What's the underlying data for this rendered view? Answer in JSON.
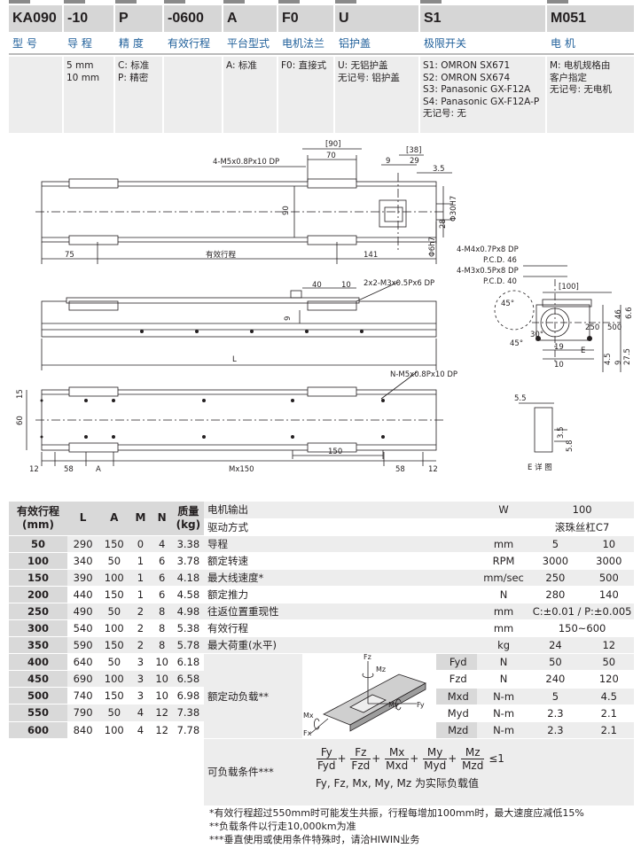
{
  "codes": [
    "KA090",
    "-10",
    "P",
    "-0600",
    "A",
    "F0",
    "U",
    "S1",
    "M051"
  ],
  "labels": [
    "型 号",
    "导 程",
    "精 度",
    "有效行程",
    "平台型式",
    "电机法兰",
    "铝护盖",
    "极限开关",
    "电 机"
  ],
  "options": [
    "",
    "5 mm\n10 mm",
    "C: 标准\nP: 精密",
    "",
    "A: 标准",
    "F0: 直接式",
    "U: 无铝护盖\n无记号: 铝护盖",
    "S1: OMRON SX671\nS2: OMRON SX674\nS3: Panasonic GX-F12A\nS4: Panasonic GX-F12A-P\n无记号: 无",
    "M: 电机规格由\n客户指定\n无记号: 无电机"
  ],
  "drawing": {
    "top_view": {
      "hole_note": "4-M5x0.8Px10 DP",
      "d90b": "[90]",
      "d70": "70",
      "d38b": "[38]",
      "d9": "9",
      "d29": "29",
      "d35": "3.5",
      "h90": "90",
      "phi30": "Φ30H7",
      "d28": "28",
      "phi6": "Φ6h7",
      "d75": "75",
      "stroke": "有效行程",
      "d141": "141"
    },
    "side_view": {
      "d40": "40",
      "d10": "10",
      "hole_note": "2x2-M3x0.5Px6 DP",
      "d9": "9",
      "L": "L"
    },
    "bottom_view": {
      "hole_note": "N-M5x0.8Px10 DP",
      "d15": "15",
      "d60": "60",
      "d12a": "12",
      "d58a": "58",
      "A": "A",
      "mx150": "Mx150",
      "d150": "150",
      "d58b": "58",
      "d12b": "12"
    },
    "end_view": {
      "n1": "4-M4x0.7Px8 DP",
      "n2": "P.C.D. 46",
      "n3": "4-M3x0.5Px8 DP",
      "n4": "P.C.D. 40",
      "d100": "[100]",
      "a45a": "45°",
      "a45b": "45°",
      "a30": "30°",
      "d250": "250",
      "d500": "500",
      "d19": "19",
      "d10": "10",
      "E": "E",
      "d46": "46",
      "d66": "6.6",
      "d45": "4.5",
      "d275": "27.5",
      "d9": "9"
    },
    "detail_e": {
      "d55": "5.5",
      "d35": "3.5",
      "d58": "5.8",
      "title": "E 详 图"
    }
  },
  "spec_left": {
    "h_stroke": "有效行程\n(mm)",
    "h_L": "L",
    "h_A": "A",
    "h_M": "M",
    "h_N": "N",
    "h_mass": "质量\n(kg)",
    "rows": [
      [
        "50",
        "290",
        "150",
        "0",
        "4",
        "3.38"
      ],
      [
        "100",
        "340",
        "50",
        "1",
        "6",
        "3.78"
      ],
      [
        "150",
        "390",
        "100",
        "1",
        "6",
        "4.18"
      ],
      [
        "200",
        "440",
        "150",
        "1",
        "6",
        "4.58"
      ],
      [
        "250",
        "490",
        "50",
        "2",
        "8",
        "4.98"
      ],
      [
        "300",
        "540",
        "100",
        "2",
        "8",
        "5.38"
      ],
      [
        "350",
        "590",
        "150",
        "2",
        "8",
        "5.78"
      ],
      [
        "400",
        "640",
        "50",
        "3",
        "10",
        "6.18"
      ],
      [
        "450",
        "690",
        "100",
        "3",
        "10",
        "6.58"
      ],
      [
        "500",
        "740",
        "150",
        "3",
        "10",
        "6.98"
      ],
      [
        "550",
        "790",
        "50",
        "4",
        "12",
        "7.38"
      ],
      [
        "600",
        "840",
        "100",
        "4",
        "12",
        "7.78"
      ]
    ]
  },
  "spec_right": {
    "rows": [
      {
        "name": "电机输出",
        "unit": "W",
        "v1": "100",
        "v2": ""
      },
      {
        "name": "驱动方式",
        "unit": "",
        "v1": "滚珠丝杠C7",
        "v2": ""
      },
      {
        "name": "导程",
        "unit": "mm",
        "v1": "5",
        "v2": "10"
      },
      {
        "name": "额定转速",
        "unit": "RPM",
        "v1": "3000",
        "v2": "3000"
      },
      {
        "name": "最大线速度*",
        "unit": "mm/sec",
        "v1": "250",
        "v2": "500"
      },
      {
        "name": "额定推力",
        "unit": "N",
        "v1": "280",
        "v2": "140"
      },
      {
        "name": "往返位置重现性",
        "unit": "mm",
        "v1": "C:±0.01 / P:±0.005",
        "v2": ""
      },
      {
        "name": "有效行程",
        "unit": "mm",
        "v1": "150~600",
        "v2": ""
      },
      {
        "name": "最大荷重(水平)",
        "unit": "kg",
        "v1": "24",
        "v2": "12"
      }
    ],
    "dyn_label": "额定动负载**",
    "dyn_rows": [
      {
        "sub": "Fyd",
        "unit": "N",
        "v1": "50",
        "v2": "50"
      },
      {
        "sub": "Fzd",
        "unit": "N",
        "v1": "240",
        "v2": "120"
      },
      {
        "sub": "Mxd",
        "unit": "N-m",
        "v1": "5",
        "v2": "4.5"
      },
      {
        "sub": "Myd",
        "unit": "N-m",
        "v1": "2.3",
        "v2": "2.1"
      },
      {
        "sub": "Mzd",
        "unit": "N-m",
        "v1": "2.3",
        "v2": "2.1"
      }
    ],
    "load_label": "可负载条件***",
    "diagram_labels": {
      "Fz": "Fz",
      "Mz": "Mz",
      "My": "My",
      "Fy": "Fy",
      "Mx": "Mx",
      "Fx": "Fx"
    },
    "formula": {
      "terms": [
        [
          "Fy",
          "Fyd"
        ],
        [
          "Fz",
          "Fzd"
        ],
        [
          "Mx",
          "Mxd"
        ],
        [
          "My",
          "Myd"
        ],
        [
          "Mz",
          "Mzd"
        ]
      ],
      "plus": "+",
      "le": "≤1",
      "caption": "Fy, Fz, Mx, My, Mz 为实际负载值"
    }
  },
  "notes": [
    "*有效行程超过550mm时可能发生共振，行程每增加100mm时，最大速度应减低15%",
    "**负载条件以行走10,000km为准",
    "***垂直使用或使用条件特殊时，请洽HIWIN业务"
  ]
}
